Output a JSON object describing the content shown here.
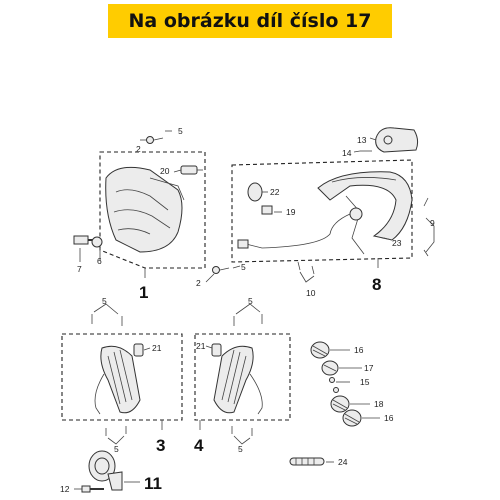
{
  "banner": {
    "text": "Na obrázku díl číslo 17"
  },
  "callouts": {
    "n1": "1",
    "n2": "2",
    "n3": "3",
    "n4": "4",
    "n5": "5",
    "n6": "6",
    "n7": "7",
    "n8": "8",
    "n9": "9",
    "n10": "10",
    "n11": "11",
    "n12": "12",
    "n13": "13",
    "n14": "14",
    "n15": "15",
    "n16": "16",
    "n17": "17",
    "n18": "18",
    "n19": "19",
    "n20": "20",
    "n21": "21",
    "n22": "22",
    "n23": "23",
    "n24": "24"
  },
  "colors": {
    "banner": "#ffcc00",
    "text": "#111111",
    "line": "#333333"
  }
}
